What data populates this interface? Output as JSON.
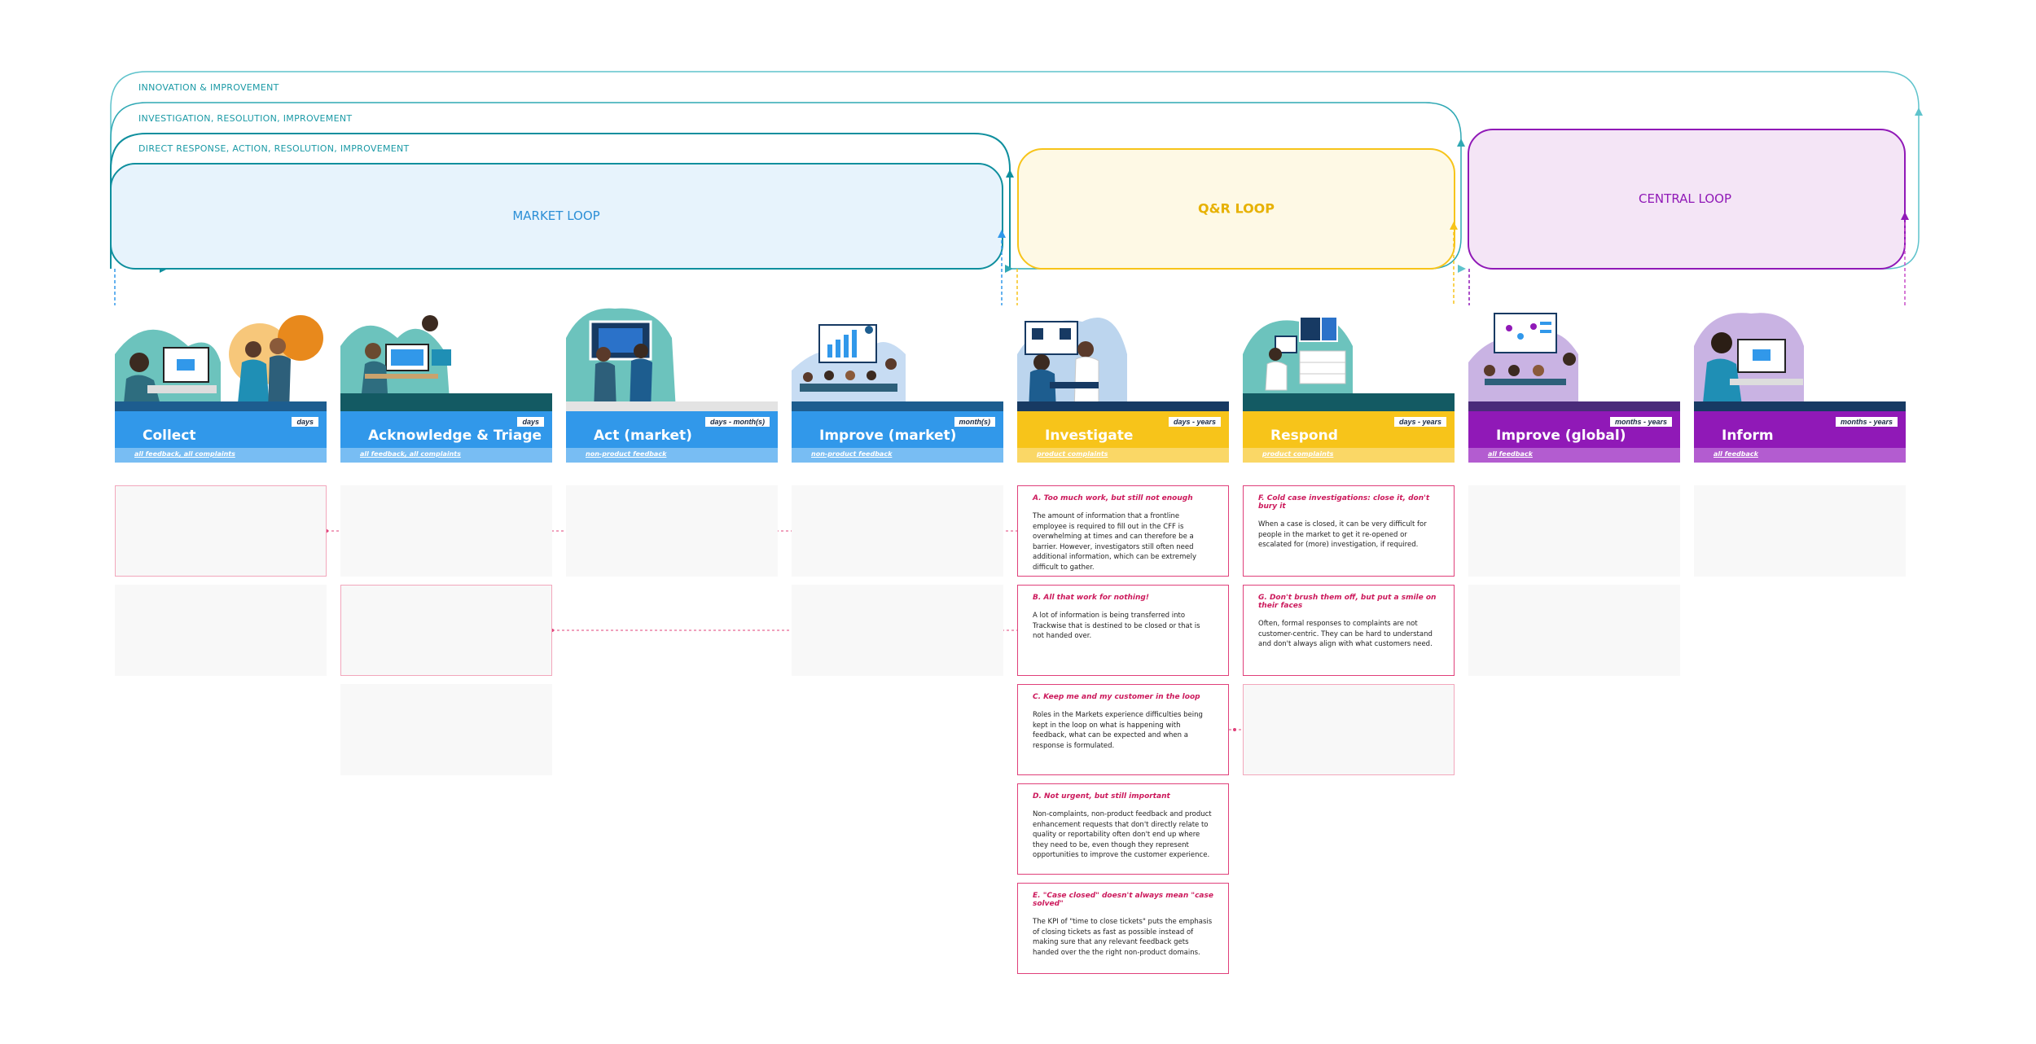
{
  "loops": {
    "innovation": "INNOVATION & IMPROVEMENT",
    "investigation": "INVESTIGATION, RESOLUTION, IMPROVEMENT",
    "direct": "DIRECT RESPONSE, ACTION, RESOLUTION, IMPROVEMENT",
    "market": "MARKET LOOP",
    "qr": "Q&R LOOP",
    "central": "CENTRAL LOOP"
  },
  "colors": {
    "teal": "#1b9aa6",
    "market_blue": "#3198ea",
    "qr_yellow": "#f7c41a",
    "central_purple": "#9019b7",
    "pain_point_pink": "#e0407a"
  },
  "stages": [
    {
      "title": "Collect",
      "duration": "days",
      "tag": "all feedback, all complaints",
      "icon": "person-at-computer-icon"
    },
    {
      "title": "Acknowledge & Triage",
      "duration": "days",
      "tag": "all feedback, all complaints",
      "icon": "person-at-desk-icon"
    },
    {
      "title": "Act (market)",
      "duration": "days - month(s)",
      "tag": "non-product feedback",
      "icon": "people-at-screen-icon"
    },
    {
      "title": "Improve (market)",
      "duration": "month(s)",
      "tag": "non-product feedback",
      "icon": "meeting-presentation-icon"
    },
    {
      "title": "Investigate",
      "duration": "days - years",
      "tag": "product complaints",
      "icon": "lab-investigation-icon"
    },
    {
      "title": "Respond",
      "duration": "days - years",
      "tag": "product complaints",
      "icon": "person-at-workstation-icon"
    },
    {
      "title": "Improve (global)",
      "duration": "months - years",
      "tag": "all feedback",
      "icon": "global-meeting-icon"
    },
    {
      "title": "Inform",
      "duration": "months - years",
      "tag": "all feedback",
      "icon": "person-reading-email-icon"
    }
  ],
  "pain_points": [
    {
      "title": "A. Too much work, but still not enough",
      "body": "The amount of information that a frontline employee is required to fill out in the CFF is overwhelming at times and can therefore be a barrier. However, investigators still often need additional information, which can be extremely difficult to gather."
    },
    {
      "title": "B. All that work for nothing!",
      "body": "A lot of information is being transferred into Trackwise that is destined to be closed or that is not handed over."
    },
    {
      "title": "C. Keep me and my customer in the loop",
      "body": "Roles in the Markets experience difficulties being kept in the loop on what is happening with feedback, what can be expected and when a response is formulated."
    },
    {
      "title": "D. Not urgent, but still important",
      "body": "Non-complaints, non-product feedback and product enhancement requests that don't directly relate to quality or reportability often don't end up where they need to be, even though they represent opportunities to improve the customer experience."
    },
    {
      "title": "E. \"Case closed\" doesn't always mean \"case solved\"",
      "body": "The KPI of \"time to close tickets\" puts the emphasis of closing tickets as fast as possible instead of making sure that any relevant feedback gets handed over the the right non-product domains."
    },
    {
      "title": "F. Cold case investigations: close it, don't bury it",
      "body": "When a case is closed, it can be very difficult for people in the market to get it re-opened or escalated for (more) investigation, if required."
    },
    {
      "title": "G. Don't brush them off, but put a smile on their faces",
      "body": "Often, formal responses to complaints are not customer-centric. They can be hard to understand and don't always align with what customers need."
    }
  ]
}
